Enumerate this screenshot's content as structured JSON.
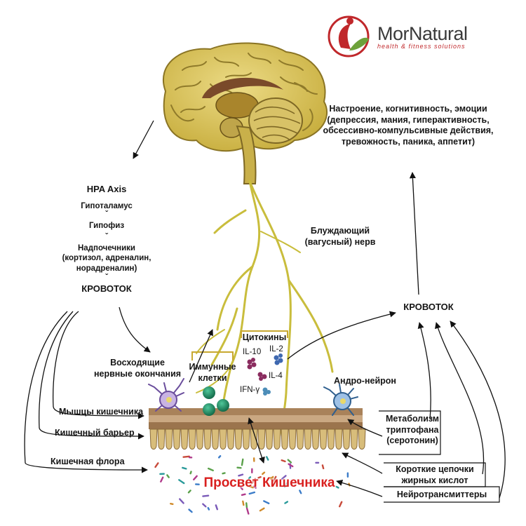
{
  "logo": {
    "name": "MorNatural",
    "tagline": "health & fitness solutions",
    "colors": {
      "red": "#c0282b",
      "green": "#6da23a",
      "text": "#3a3a3a"
    }
  },
  "brain_effects": {
    "title": "Настроение, когнитивность, эмоции",
    "lines": [
      "(депрессия, мания, гиперактивность,",
      "обсессивно-компульсивные действия,",
      "тревожность, паника, аппетит)"
    ]
  },
  "hpa": {
    "title": "HPA Axis",
    "steps": [
      "Гипоталамус",
      "Гипофиз",
      "Надпочечники"
    ],
    "hormones": [
      "(кортизол, адреналин,",
      "норадреналин)"
    ],
    "separator": "ˇ",
    "bloodstream": "КРОВОТОК"
  },
  "vagus": {
    "lines": [
      "Блуждающий",
      "(вагусный) нерв"
    ]
  },
  "bloodstream_right": "КРОВОТОК",
  "cytokines": {
    "title": "Цитокины",
    "items": [
      "IL-10",
      "IL-2",
      "IL-4",
      "IFN-γ"
    ]
  },
  "immune_cells": {
    "lines": [
      "Иммунные",
      "клетки"
    ]
  },
  "afferent": {
    "lines": [
      "Восходящие",
      "нервные окончания"
    ]
  },
  "enteric_neuron": "Андро-нейрон",
  "left_labels": [
    "Мышцы кишечника",
    "Кишечный барьер",
    "Кишечная флора"
  ],
  "right_labels": {
    "tryptophan": [
      "Метаболизм",
      "триптофана",
      "(серотонин)"
    ],
    "scfa": [
      "Короткие цепочки",
      "жирных кислот"
    ],
    "neurotransmitters": "Нейротрансмиттеры"
  },
  "lumen": "Просвет Кишечника",
  "colors": {
    "brain": "#d9c25a",
    "nerve": "#c9bd3c",
    "gut_wall": "#cfb98e",
    "lumen_text": "#d9201f",
    "immune_cell": "#1f8a62",
    "cytokine_box": "#c8a830"
  }
}
